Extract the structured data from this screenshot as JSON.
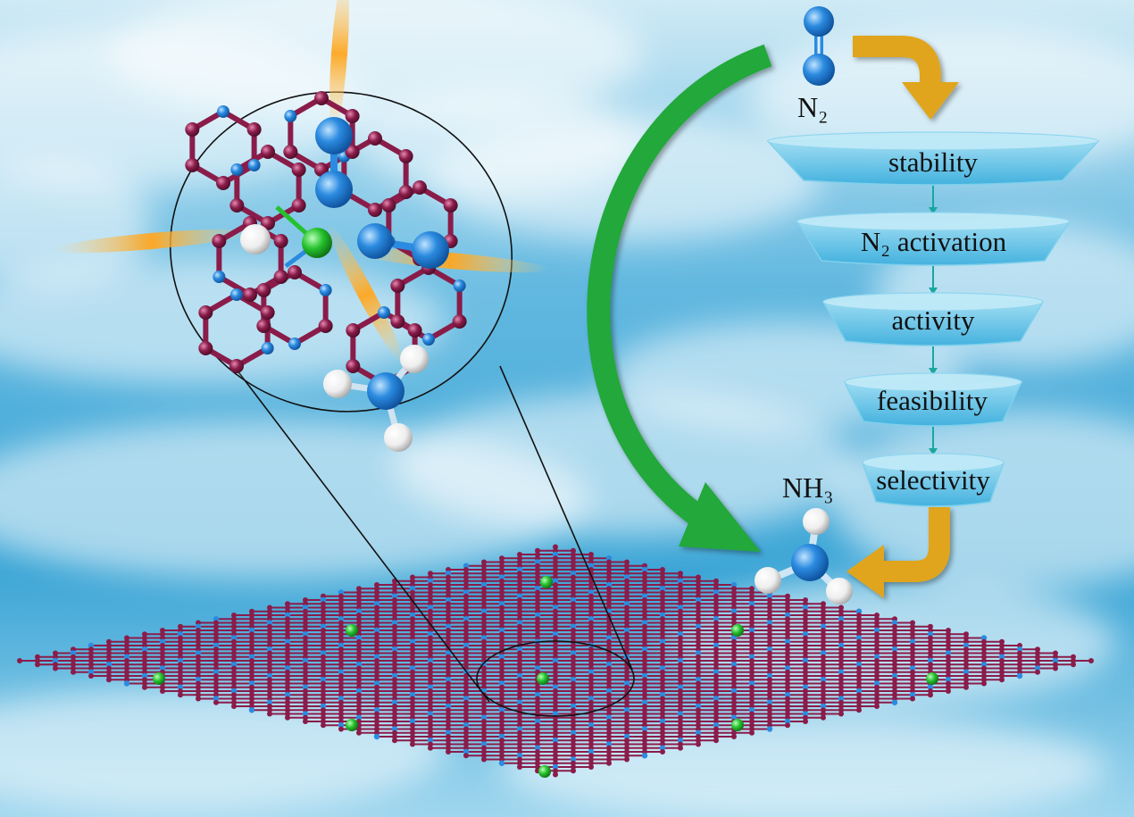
{
  "molecules": {
    "reactant": "N₂",
    "product": "NH₃"
  },
  "funnel": {
    "stages": [
      {
        "label": "stability"
      },
      {
        "label": "N₂ activation"
      },
      {
        "label": "activity"
      },
      {
        "label": "feasibility"
      },
      {
        "label": "selectivity"
      }
    ]
  },
  "colors": {
    "carbon": "#8a1c4a",
    "nitrogen": "#2b8be0",
    "metal": "#26c12e",
    "hydrogen": "#f2f2f2",
    "funnel": "#5fc4e8",
    "green_arrow": "#21a83a",
    "gold_arrow": "#e0a51a",
    "sky_top": "#bfe3f2",
    "sky_mid": "#3da3d3"
  }
}
